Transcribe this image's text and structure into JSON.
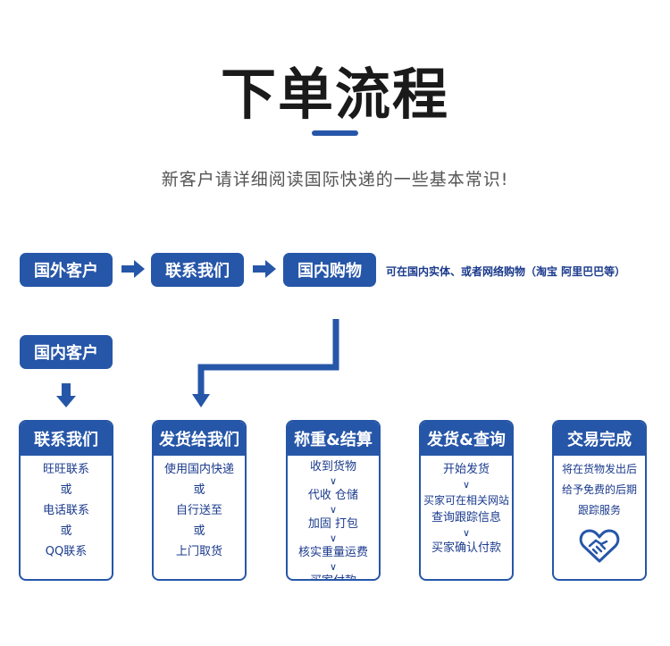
{
  "title": "下单流程",
  "subtitle": "新客户请详细阅读国际快递的一些基本常识!",
  "top_flow": {
    "step1": "国外客户",
    "step2": "联系我们",
    "step3": "国内购物",
    "note": "可在国内实体、或者网络购物（淘宝 阿里巴巴等）"
  },
  "domestic_customer": "国内客户",
  "cards": [
    {
      "title": "联系我们",
      "lines": [
        "旺旺联系",
        "或",
        "电话联系",
        "或",
        "QQ联系"
      ]
    },
    {
      "title": "发货给我们",
      "lines": [
        "使用国内快递",
        "或",
        "自行送至",
        "或",
        "上门取货"
      ]
    },
    {
      "title": "称重&结算",
      "lines": [
        "收到货物",
        "∨",
        "代收 仓储",
        "∨",
        "加固 打包",
        "∨",
        "核实重量运费",
        "∨",
        "买家付款"
      ]
    },
    {
      "title": "发货&查询",
      "lines": [
        "开始发货",
        "∨",
        "买家可在相关网站",
        "查询跟踪信息",
        "∨",
        "买家确认付款"
      ]
    },
    {
      "title": "交易完成",
      "lines": [
        "将在货物发出后",
        "给予免费的后期",
        "跟踪服务"
      ]
    }
  ],
  "colors": {
    "primary": "#2656a8",
    "title": "#1a1a1a"
  },
  "icons": [
    "arrow-right-icon",
    "arrow-down-icon",
    "heart-handshake-icon"
  ]
}
